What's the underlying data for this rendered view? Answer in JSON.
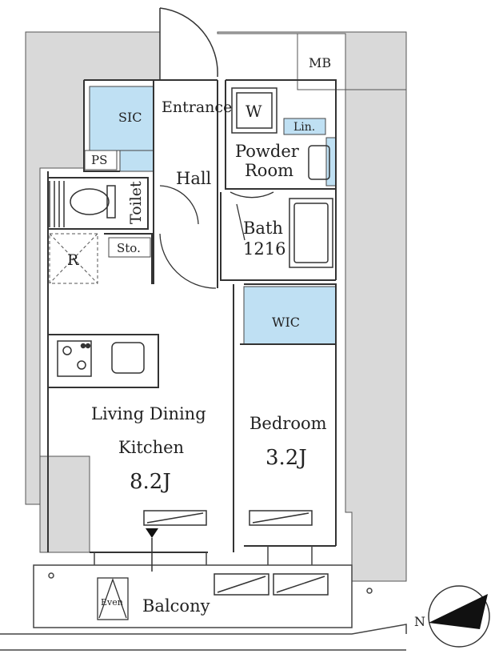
{
  "rooms": {
    "entrance": "Entrance",
    "sic": "SIC",
    "ps": "PS",
    "w": "W",
    "lin": "Lin.",
    "powder_1": "Powder",
    "powder_2": "Room",
    "hall": "Hall",
    "toilet": "Toilet",
    "bath_1": "Bath",
    "bath_2": "1216",
    "refrigerator": "R",
    "storage": "Sto.",
    "wic": "WIC",
    "ldk_1": "Living Dining",
    "ldk_2": "Kitchen",
    "ldk_size": "8.2J",
    "bedroom": "Bedroom",
    "bedroom_size": "3.2J",
    "mb": "MB",
    "balcony": "Balcony",
    "even": "Even"
  },
  "compass": {
    "label": "N"
  },
  "colors": {
    "wall": "#d9d9d9",
    "closet": "#bfe0f3",
    "line": "#333333"
  }
}
